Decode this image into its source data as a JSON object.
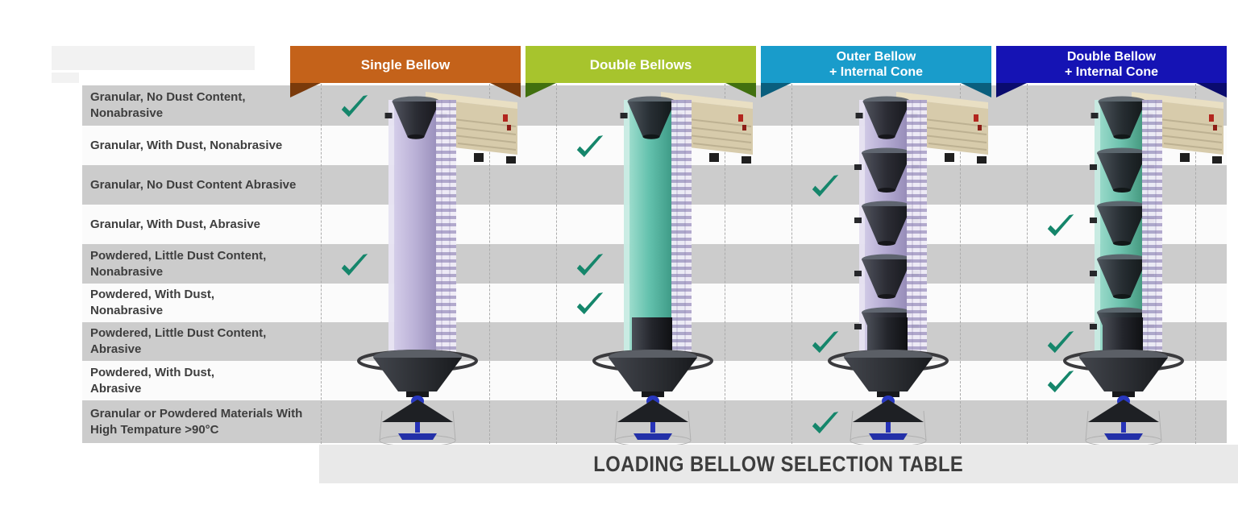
{
  "chart_data": {
    "type": "table",
    "title": "LOADING BELLOW SELECTION TABLE",
    "columns": [
      "Single Bellow",
      "Double Bellows",
      "Outer Bellow + Internal Cone",
      "Double Bellow + Internal Cone"
    ],
    "rows": [
      "Granular, No Dust Content, Nonabrasive",
      "Granular, With Dust, Nonabrasive",
      "Granular, No Dust Content Abrasive",
      "Granular, With Dust, Abrasive",
      "Powdered, Little Dust Content, Nonabrasive",
      "Powdered, With Dust, Nonabrasive",
      "Powdered, Little Dust Content, Abrasive",
      "Powdered, With Dust, Abrasive",
      "Granular or Powdered Materials With High Tempature >90°C"
    ],
    "checks": [
      [
        1,
        0,
        0,
        0
      ],
      [
        0,
        1,
        0,
        0
      ],
      [
        0,
        0,
        1,
        0
      ],
      [
        0,
        0,
        0,
        1
      ],
      [
        1,
        1,
        0,
        0
      ],
      [
        0,
        1,
        0,
        0
      ],
      [
        0,
        0,
        1,
        1
      ],
      [
        0,
        0,
        0,
        1
      ],
      [
        0,
        0,
        1,
        0
      ]
    ],
    "legend_position": "none",
    "grid": "dashed-column-separators"
  },
  "columns": [
    {
      "id": "single-bellow",
      "label": "Single Bellow",
      "color": "#C4621A",
      "fold_color": "#7A3A0B",
      "bellow": {
        "style": "single",
        "light": "#D3CCE8",
        "mid": "#BCB3D8",
        "dark": "#9A90BC",
        "cones": false
      }
    },
    {
      "id": "double-bellows",
      "label": "Double Bellows",
      "color": "#A7C42D",
      "fold_color": "#41700F",
      "bellow": {
        "style": "double",
        "light": "#9ADBCB",
        "mid": "#63C1AD",
        "dark": "#3E9A86",
        "cones": false
      }
    },
    {
      "id": "outer-bellow-internal-cone",
      "label": "Outer Bellow\n+ Internal Cone",
      "color": "#199CCB",
      "fold_color": "#0A5E7D",
      "bellow": {
        "style": "outer-cone",
        "light": "#CFC8E5",
        "mid": "#B5ACD3",
        "dark": "#968CB8",
        "cones": true
      }
    },
    {
      "id": "double-bellow-internal-cone",
      "label": "Double Bellow\n+ Internal Cone",
      "color": "#1513B4",
      "fold_color": "#0A0B6E",
      "bellow": {
        "style": "double-cone",
        "light": "#96D8C8",
        "mid": "#6FC3AF",
        "dark": "#45997F",
        "cones": true
      }
    }
  ],
  "rows": [
    {
      "label": "Granular, No Dust Content, Nonabrasive",
      "checks": [
        true,
        false,
        false,
        false
      ]
    },
    {
      "label": "Granular, With Dust, Nonabrasive",
      "checks": [
        false,
        true,
        false,
        false
      ]
    },
    {
      "label": "Granular, No Dust Content Abrasive",
      "checks": [
        false,
        false,
        true,
        false
      ]
    },
    {
      "label": "Granular, With Dust, Abrasive",
      "checks": [
        false,
        false,
        false,
        true
      ]
    },
    {
      "label": "Powdered, Little Dust Content,\nNonabrasive",
      "checks": [
        true,
        true,
        false,
        false
      ]
    },
    {
      "label": "Powdered, With Dust,\nNonabrasive",
      "checks": [
        false,
        true,
        false,
        false
      ]
    },
    {
      "label": "Powdered, Little Dust Content,\nAbrasive",
      "checks": [
        false,
        false,
        true,
        true
      ]
    },
    {
      "label": "Powdered, With Dust,\nAbrasive",
      "checks": [
        false,
        false,
        false,
        true
      ]
    },
    {
      "label": "Granular or Powdered Materials With\nHigh Tempature >90°C",
      "checks": [
        false,
        false,
        true,
        false
      ]
    }
  ],
  "styles": {
    "check_color": "#15866B",
    "row_gray": "#CCCCCC",
    "row_white": "#FBFBFB",
    "title_band": "#E9E9E9",
    "label_text": "#3E3E3E",
    "dash_line": "#ABABAB",
    "housing_tan": "#D7CBAB",
    "housing_top": "#E9DFC3",
    "machine_red": "#B3261E",
    "spinner_blue": "#2733B8",
    "metal_dark": "#1a1c20"
  }
}
